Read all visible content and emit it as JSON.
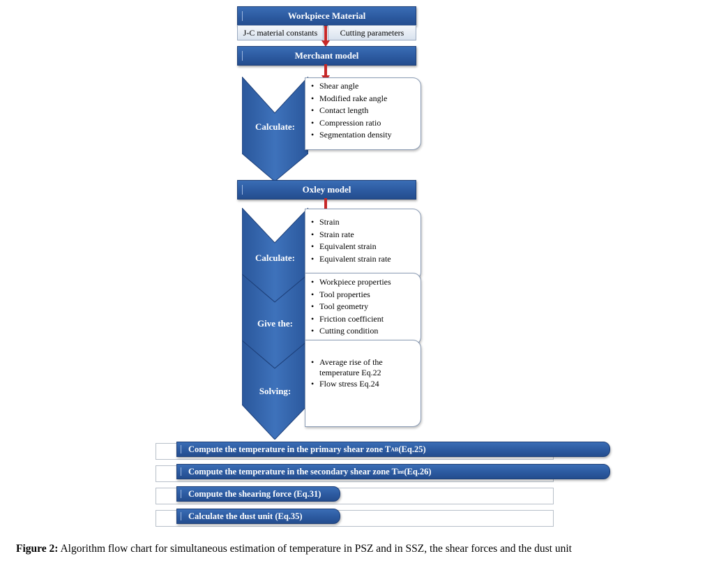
{
  "flowchart": {
    "top_bar": "Workpiece Material",
    "sub_left": "J-C material constants",
    "sub_right": "Cutting parameters",
    "merchant_bar": "Merchant model",
    "merchant_calc": {
      "label": "Calculate:",
      "items": [
        "Shear angle",
        "Modified rake angle",
        "Contact length",
        "Compression ratio",
        "Segmentation density"
      ]
    },
    "oxley_bar": "Oxley model",
    "oxley_calc": {
      "label": "Calculate:",
      "items": [
        "Strain",
        "Strain rate",
        "Equivalent strain",
        "Equivalent strain rate"
      ]
    },
    "give": {
      "label": "Give the:",
      "items": [
        "Workpiece  properties",
        "Tool properties",
        "Tool geometry",
        "Friction coefficient",
        "Cutting condition"
      ]
    },
    "solving": {
      "label": "Solving:",
      "item1_line1": "Average rise of the",
      "item1_line2": "temperature  Eq.22",
      "item2": "Flow stress Eq.24"
    },
    "compute1": {
      "text": "Compute the temperature in the primary shear zone T",
      "sub": "AB",
      "tail": " (Eq.25)"
    },
    "compute2": {
      "text": "Compute the temperature in the secondary shear zone T",
      "sub": "int",
      "tail": " (Eq.26)"
    },
    "compute3": "Compute the shearing force (Eq.31)",
    "compute4": "Calculate the dust unit (Eq.35)"
  },
  "caption": {
    "prefix": "Figure 2:",
    "text": " Algorithm flow chart for simultaneous estimation of temperature in PSZ and in SSZ, the shear forces and the dust unit"
  },
  "colors": {
    "bar_blue": "#2c5aa0",
    "arrow_red": "#c62828"
  }
}
